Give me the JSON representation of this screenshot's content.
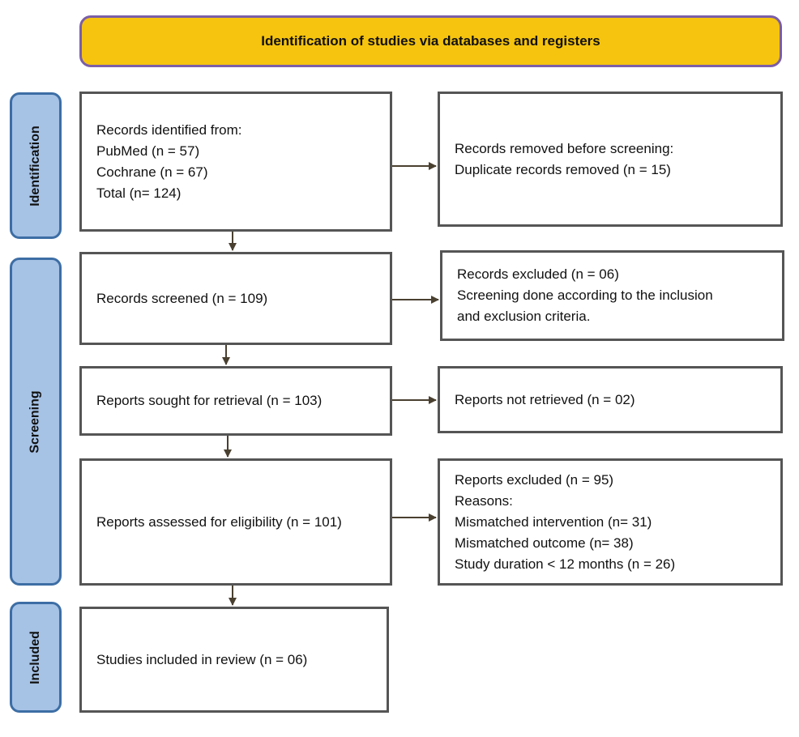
{
  "header": {
    "title": "Identification of studies via databases and registers"
  },
  "phases": {
    "identification": "Identification",
    "screening": "Screening",
    "included": "Included"
  },
  "boxes": {
    "records_identified": {
      "lines": [
        "Records identified from:",
        "PubMed (n = 57)",
        "Cochrane (n = 67)",
        "Total (n= 124)"
      ]
    },
    "records_removed": {
      "lines": [
        "Records removed before screening:",
        "Duplicate records removed (n = 15)"
      ]
    },
    "records_screened": {
      "lines": [
        "Records screened (n = 109)"
      ]
    },
    "records_excluded": {
      "lines": [
        "Records excluded (n = 06)",
        "Screening done according to the inclusion",
        "and exclusion criteria."
      ]
    },
    "reports_sought": {
      "lines": [
        "Reports sought for retrieval (n = 103)"
      ]
    },
    "reports_not_retrieved": {
      "lines": [
        "Reports not retrieved (n = 02)"
      ]
    },
    "reports_assessed": {
      "lines": [
        "Reports assessed for eligibility (n = 101)"
      ]
    },
    "reports_excluded": {
      "lines": [
        "Reports excluded (n = 95)",
        "Reasons:",
        "Mismatched intervention (n= 31)",
        "Mismatched outcome (n= 38)",
        "Study duration < 12 months (n = 26)"
      ]
    },
    "studies_included": {
      "lines": [
        "Studies included in review (n = 06)"
      ]
    }
  },
  "colors": {
    "header_fill": "#f6c40e",
    "header_border": "#7b5ea7",
    "phase_fill": "#a6c2e5",
    "phase_border": "#3d6ea5",
    "box_border": "#555555",
    "arrow": "#4a4030"
  }
}
